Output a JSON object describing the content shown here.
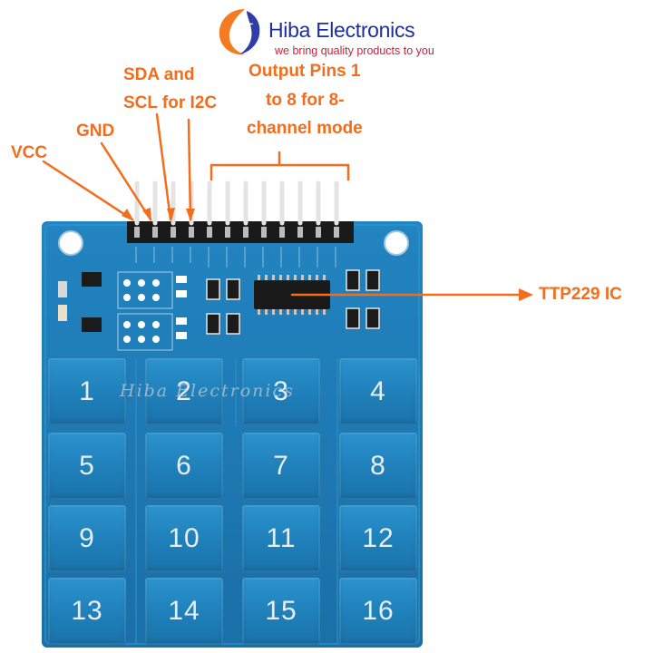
{
  "brand": {
    "name": "Hiba Electronics",
    "tagline": "we bring quality products to you"
  },
  "labels": {
    "vcc": "VCC",
    "gnd": "GND",
    "sda_line1": "SDA and",
    "sda_line2": "SCL for I2C",
    "output_line1": "Output Pins 1",
    "output_line2": "to 8 for 8-",
    "output_line3": "channel mode",
    "ic": "TTP229 IC"
  },
  "watermark": "Hiba Electronics",
  "keypad": [
    "1",
    "2",
    "3",
    "4",
    "5",
    "6",
    "7",
    "8",
    "9",
    "10",
    "11",
    "12",
    "13",
    "14",
    "15",
    "16"
  ],
  "colors": {
    "board": "#1c78b4",
    "annotation": "#f36d1c",
    "brand_blue": "#1c2f9f",
    "brand_red": "#c9203a"
  }
}
